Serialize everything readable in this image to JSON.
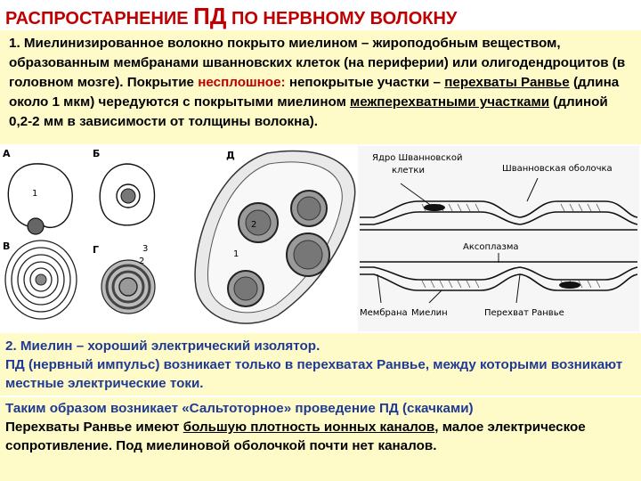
{
  "title": {
    "part1": "РАСПРОСТАРНЕНИЕ ",
    "part2": "ПД",
    "part3": " ПО НЕРВНОМУ ВОЛОКНУ"
  },
  "para1": {
    "s1": "1. Миелинизированное волокно покрыто миелином – жироподобным веществом, образованным мембранами шванновских клеток (на периферии) или олигодендроцитов (в головном мозге). Покрытие ",
    "s2": "несплошное:",
    "s3": " непокрытые участки – ",
    "s4": "перехваты Ранвье",
    "s5": " (длина около 1 мкм) чередуются с покрытыми миелином ",
    "s6": "межперехватными участками",
    "s7": " (длиной 0,2-2 мм в зависимости от толщины волокна)."
  },
  "figure": {
    "panel_a": "А",
    "panel_b": "Б",
    "panel_v": "В",
    "panel_g": "Г",
    "panel_d": "Д",
    "num_1": "1",
    "num_2": "2",
    "num_3": "3",
    "schwann_nucleus_1": "Ядро Шванновской",
    "schwann_nucleus_2": "клетки",
    "schwann_sheath": "Шванновская оболочка",
    "axoplasm": "Аксоплазма",
    "membrane": "Мембрана",
    "myelin": "Миелин",
    "node_ranvier": "Перехват Ранвье"
  },
  "para2": {
    "line1": "2. Миелин – хороший электрический изолятор.",
    "line2": "ПД (нервный импульс) возникает только в перехватах Ранвье, между которыми возникают местные электрические токи.",
    "line3": "Таким образом возникает «Сальтоторное» проведение ПД (скачками)",
    "p4a": "Перехваты Ранвье имеют ",
    "p4b": "большую плотность ионных каналов",
    "p4c": ", малое электрическое сопротивление. Под миелиновой оболочкой почти нет каналов."
  }
}
